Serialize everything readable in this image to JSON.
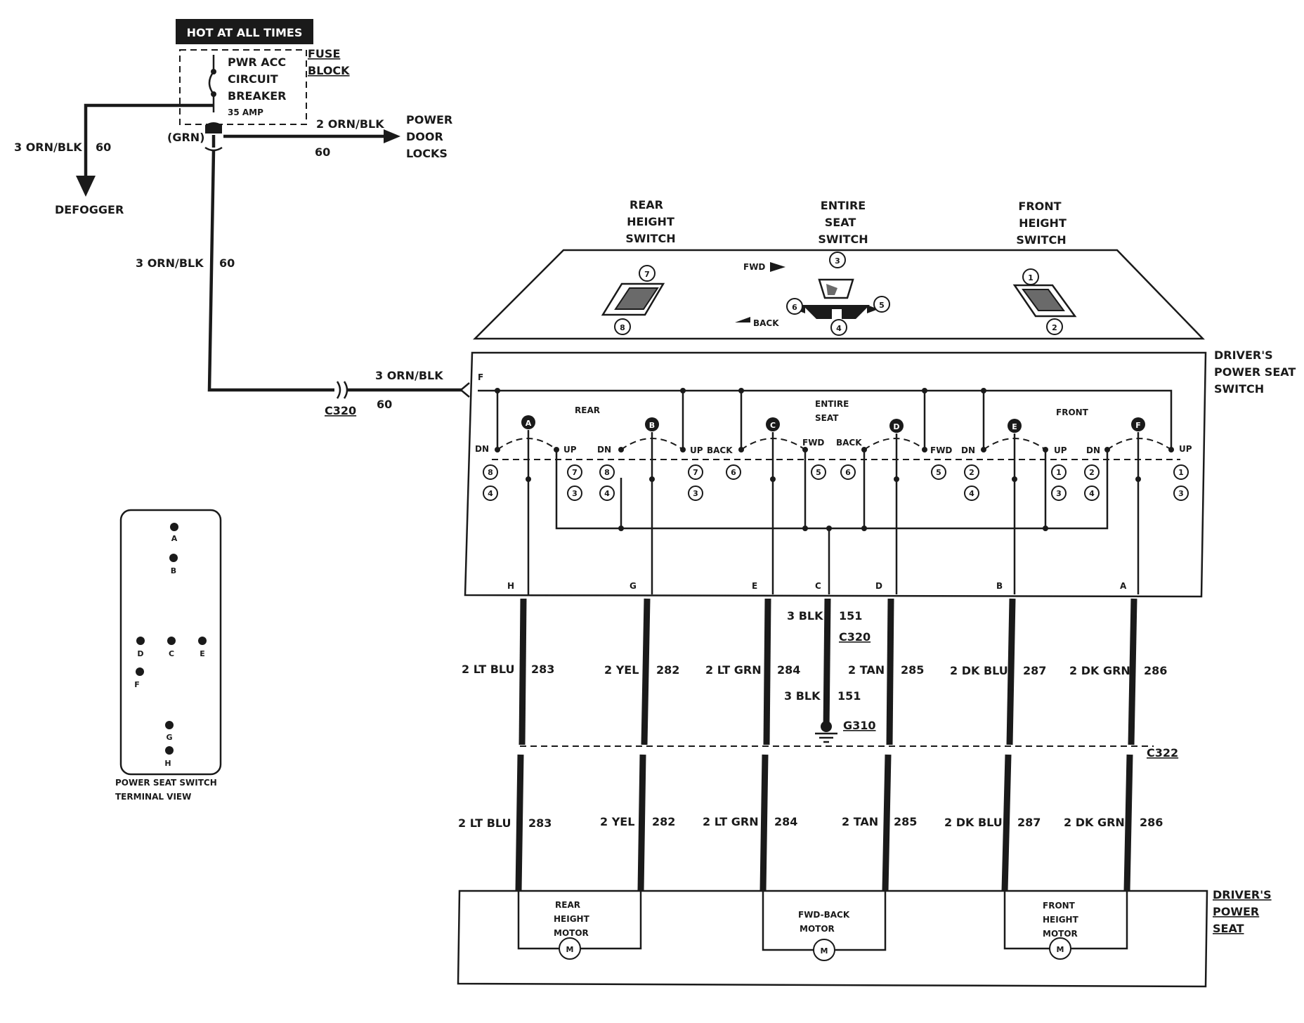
{
  "fuse": {
    "hot_label": "HOT AT ALL TIMES",
    "breaker_lines": [
      "PWR ACC",
      "CIRCUIT",
      "BREAKER"
    ],
    "amp": "35 AMP",
    "block_lines": [
      "FUSE",
      "BLOCK"
    ],
    "grn": "(GRN)"
  },
  "feed": {
    "defogger_wire": "3 ORN/BLK",
    "defogger_circuit": "60",
    "defogger_label": "DEFOGGER",
    "door_wire": "2 ORN/BLK",
    "door_circuit": "60",
    "door_lines": [
      "POWER",
      "DOOR",
      "LOCKS"
    ],
    "down_wire": "3 ORN/BLK",
    "down_circuit": "60",
    "c320_wire": "3 ORN/BLK",
    "c320_circuit": "60",
    "c320": "C320"
  },
  "switches": {
    "rear": [
      "REAR",
      "HEIGHT",
      "SWITCH"
    ],
    "entire": [
      "ENTIRE",
      "SEAT",
      "SWITCH"
    ],
    "front": [
      "FRONT",
      "HEIGHT",
      "SWITCH"
    ],
    "fwd": "FWD",
    "back": "BACK",
    "nums": {
      "n1": "1",
      "n2": "2",
      "n3": "3",
      "n4": "4",
      "n5": "5",
      "n6": "6",
      "n7": "7",
      "n8": "8"
    }
  },
  "switch_box": {
    "title_lines": [
      "DRIVER'S",
      "POWER SEAT",
      "SWITCH"
    ],
    "f_terminal": "F",
    "rear": "REAR",
    "entire_lines": [
      "ENTIRE",
      "SEAT"
    ],
    "front": "FRONT",
    "letters": {
      "a": "A",
      "b": "B",
      "c": "C",
      "d": "D",
      "e": "E",
      "f": "F"
    },
    "contacts": {
      "dn": "DN",
      "up": "UP",
      "back": "BACK",
      "fwd": "FWD"
    },
    "outputs": {
      "h": "H",
      "g": "G",
      "e": "E",
      "c": "C",
      "d": "D",
      "b": "B",
      "a": "A"
    }
  },
  "wires": [
    {
      "color": "2 LT BLU",
      "circuit": "283"
    },
    {
      "color": "2 YEL",
      "circuit": "282"
    },
    {
      "color": "2 LT GRN",
      "circuit": "284"
    },
    {
      "color": "2 TAN",
      "circuit": "285"
    },
    {
      "color": "2 DK BLU",
      "circuit": "287"
    },
    {
      "color": "2 DK GRN",
      "circuit": "286"
    }
  ],
  "ground": {
    "wire": "3 BLK",
    "circuit": "151",
    "c320": "C320",
    "wire2": "3 BLK",
    "circuit2": "151",
    "g310": "G310"
  },
  "c322": "C322",
  "seat": {
    "title_lines": [
      "DRIVER'S",
      "POWER",
      "SEAT"
    ],
    "rear_motor": [
      "REAR",
      "HEIGHT",
      "MOTOR"
    ],
    "fwd_motor": [
      "FWD-BACK",
      "MOTOR"
    ],
    "front_motor": [
      "FRONT",
      "HEIGHT",
      "MOTOR"
    ],
    "m": "M"
  },
  "terminal_view": {
    "caption_lines": [
      "POWER SEAT SWITCH",
      "TERMINAL VIEW"
    ],
    "pins": {
      "a": "A",
      "b": "B",
      "d": "D",
      "c": "C",
      "e": "E",
      "f": "F",
      "g": "G",
      "h": "H"
    }
  }
}
